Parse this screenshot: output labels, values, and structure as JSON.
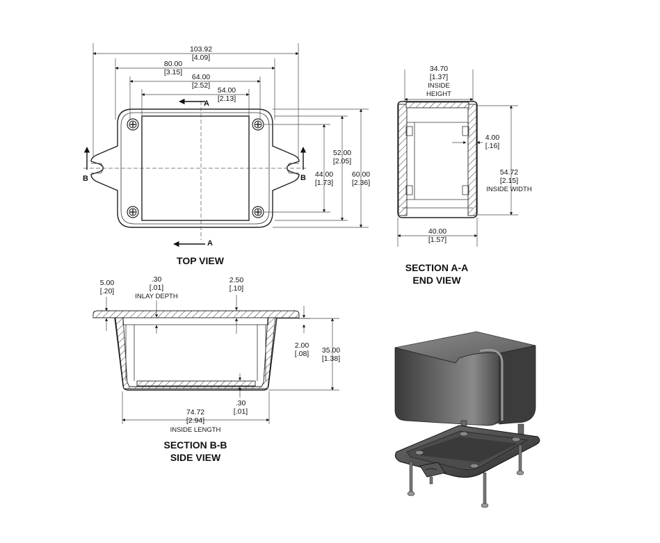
{
  "top_view": {
    "title": "TOP VIEW",
    "section_marks": {
      "a_top": "A",
      "a_bottom": "A",
      "b_left": "B",
      "b_right": "B"
    },
    "dims": {
      "overall_length": {
        "mm": "103.92",
        "in": "[4.09]"
      },
      "hole_spacing_length": {
        "mm": "80.00",
        "in": "[3.15]"
      },
      "inlay_length": {
        "mm": "64.00",
        "in": "[2.52]"
      },
      "inlay_half": {
        "mm": "54.00",
        "in": "[2.13]"
      },
      "hole_spacing_width": {
        "mm": "44.00",
        "in": "[1.73]"
      },
      "inner_width": {
        "mm": "52.00",
        "in": "[2.05]"
      },
      "overall_width": {
        "mm": "60.00",
        "in": "[2.36]"
      }
    }
  },
  "end_view": {
    "title_line1": "SECTION A-A",
    "title_line2": "END VIEW",
    "dims": {
      "inside_height": {
        "mm": "34.70",
        "in": "[1.37]",
        "note1": "INSIDE",
        "note2": "HEIGHT"
      },
      "wall": {
        "mm": "4.00",
        "in": "[.16]"
      },
      "inside_width": {
        "mm": "54.72",
        "in": "[2.15]",
        "note": "INSIDE WIDTH"
      },
      "outer_width": {
        "mm": "40.00",
        "in": "[1.57]"
      }
    }
  },
  "side_view": {
    "title_line1": "SECTION B-B",
    "title_line2": "SIDE VIEW",
    "dims": {
      "flange": {
        "mm": "5.00",
        "in": "[.20]"
      },
      "inlay_depth": {
        "mm": ".30",
        "in": "[.01]",
        "note": "INLAY DEPTH"
      },
      "lip": {
        "mm": "2.50",
        "in": "[.10]"
      },
      "floor": {
        "mm": "2.00",
        "in": "[.08]"
      },
      "height": {
        "mm": "35.00",
        "in": "[1.38]"
      },
      "bottom_inlay": {
        "mm": ".30",
        "in": "[.01]"
      },
      "inside_length": {
        "mm": "74.72",
        "in": "[2.94]",
        "note": "INSIDE LENGTH"
      }
    }
  },
  "iso_view": {
    "label": "isometric-render"
  }
}
